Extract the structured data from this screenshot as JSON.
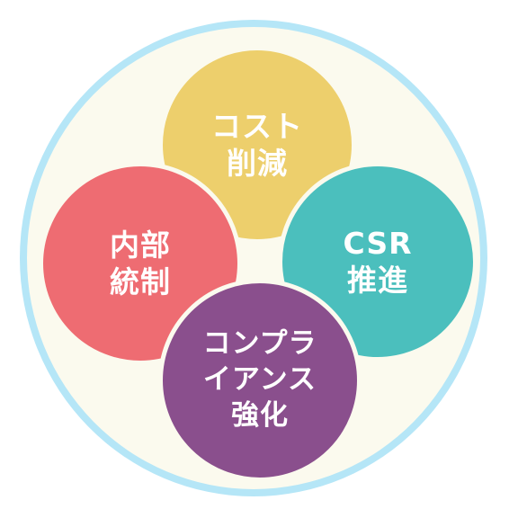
{
  "diagram": {
    "ring_color": "#b5e6f7",
    "background_color": "#fbfaee",
    "circles": [
      {
        "id": "top",
        "label": "コスト\n削減",
        "color": "#edcf6c"
      },
      {
        "id": "left",
        "label": "内部\n統制",
        "color": "#ee6c72"
      },
      {
        "id": "right",
        "label": "CSR\n推進",
        "color": "#4bbfbd"
      },
      {
        "id": "bottom",
        "label": "コンプラ\nイアンス\n強化",
        "color": "#8a4f8d"
      }
    ]
  }
}
